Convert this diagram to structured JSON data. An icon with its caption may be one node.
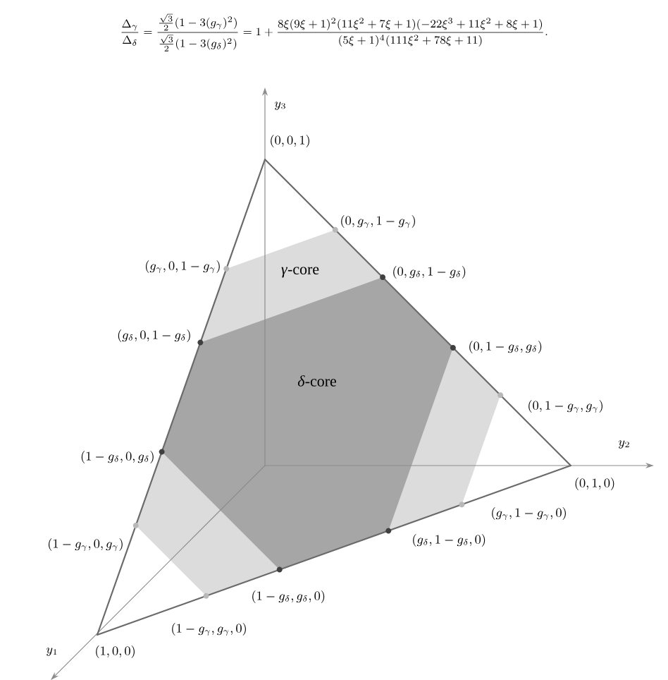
{
  "diagram": {
    "nodes": [
      {
        "text": [
          "*γ*-core"
        ]
      },
      {
        "text": [
          "*δ*-core"
        ],
        "in": 0
      }
    ],
    "labels": [
      "\\frac{\\Delta_\\gamma}{\\Delta_\\delta}=\\frac{\\frac{\\sqrt{3}}{2}(1-3(g_\\gamma)^2)}{\\frac{\\sqrt{3}}{2}(1-3(g_\\delta)^2)}=1+\\frac{8\\xi(9\\xi+1)^2(11\\xi^2+7\\xi+1)(-22\\xi^3+11\\xi^2+8\\xi+1)}{(5\\xi+1)^4(111\\xi^2+78\\xi+11)}.",
      "y_3",
      "(0,0,1)",
      "(0,g_\\gamma,1-g_\\gamma)",
      "(g_\\gamma,0,1-g_\\gamma)",
      "(0,g_\\delta,1-g_\\delta)",
      "(g_\\delta,0,1-g_\\delta)",
      "(0,1-g_\\delta,g_\\delta)",
      "(0,1-g_\\gamma,g_\\gamma)",
      "y_2",
      "(1-g_\\delta,0,g_\\delta)",
      "(0,1,0)",
      "(g_\\gamma,1-g_\\gamma,0)",
      "(1-g_\\gamma,0,g_\\gamma)",
      "(g_\\delta,1-g_\\delta,0)",
      "(1-g_\\delta,g_\\delta,0)",
      "(1-g_\\gamma,g_\\gamma,0)",
      "y_1",
      "(1,0,0)"
    ]
  }
}
